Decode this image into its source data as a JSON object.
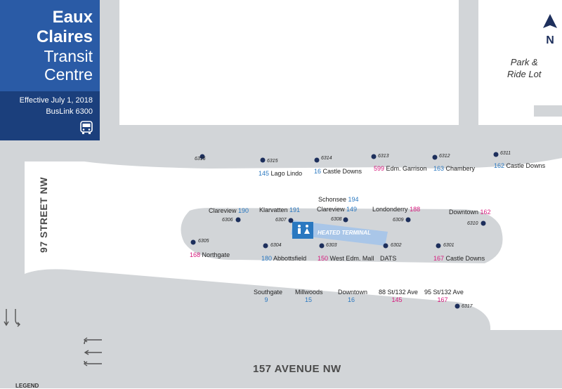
{
  "title": {
    "line1": "Eaux",
    "line2": "Claires",
    "line3": "Transit",
    "line4": "Centre",
    "effective": "Effective July 1, 2018",
    "buslink": "BusLink 6300"
  },
  "icons": {
    "bus": "bus-icon",
    "north_arrow": "north-arrow-icon",
    "washroom": "washroom-icon",
    "traffic_arrow": "arrow-icon"
  },
  "north": "N",
  "park_ride": {
    "line1": "Park &",
    "line2": "Ride Lot"
  },
  "streets": {
    "west": "97 STREET NW",
    "south": "157 AVENUE NW"
  },
  "terminal": {
    "label": "HEATED TERMINAL"
  },
  "legend": "LEGEND",
  "colors": {
    "road": "#d2d5d8",
    "title_bg": "#2a5ba6",
    "title_sub": "#1b3f7c",
    "stop": "#1d2f5c",
    "route_blue": "#2a78c0",
    "route_pink": "#d6197c"
  },
  "stops": {
    "s6316": {
      "id": "6316"
    },
    "s6315": {
      "id": "6315",
      "route": "145",
      "dest": "Lago Lindo"
    },
    "s6314": {
      "id": "6314",
      "route": "16",
      "dest": "Castle Downs"
    },
    "s6313": {
      "id": "6313",
      "route": "599",
      "dest": "Edm. Garrison"
    },
    "s6312": {
      "id": "6312",
      "route": "163",
      "dest": "Chambery"
    },
    "s6311": {
      "id": "6311",
      "route": "162",
      "dest": "Castle Downs"
    },
    "s6306": {
      "id": "6306",
      "route": "190",
      "dest": "Clareview"
    },
    "s6307": {
      "id": "6307",
      "route": "191",
      "dest": "Klarvatten"
    },
    "s6308": {
      "id": "6308",
      "route_a": "194",
      "dest_a": "Schonsee",
      "route_b": "149",
      "dest_b": "Clareview"
    },
    "s6309": {
      "id": "6309",
      "route": "188",
      "dest": "Londonderry"
    },
    "s6310": {
      "id": "6310",
      "route": "162",
      "dest": "Downtown"
    },
    "s6305": {
      "id": "6305",
      "route": "168",
      "dest": "Northgate"
    },
    "s6304": {
      "id": "6304",
      "route": "180",
      "dest": "Abbottsfield"
    },
    "s6303": {
      "id": "6303",
      "route": "150",
      "dest": "West Edm. Mall"
    },
    "s6302": {
      "id": "6302",
      "dest": "DATS"
    },
    "s6301": {
      "id": "6301",
      "route": "167",
      "dest": "Castle Downs"
    },
    "s6317": {
      "id": "6317"
    }
  },
  "south_routes": [
    {
      "dest": "Southgate",
      "route": "9"
    },
    {
      "dest": "Millwoods",
      "route": "15"
    },
    {
      "dest": "Downtown",
      "route": "16"
    },
    {
      "dest": "88 St/132 Ave",
      "route": "145"
    },
    {
      "dest": "95 St/132 Ave",
      "route": "167"
    }
  ]
}
